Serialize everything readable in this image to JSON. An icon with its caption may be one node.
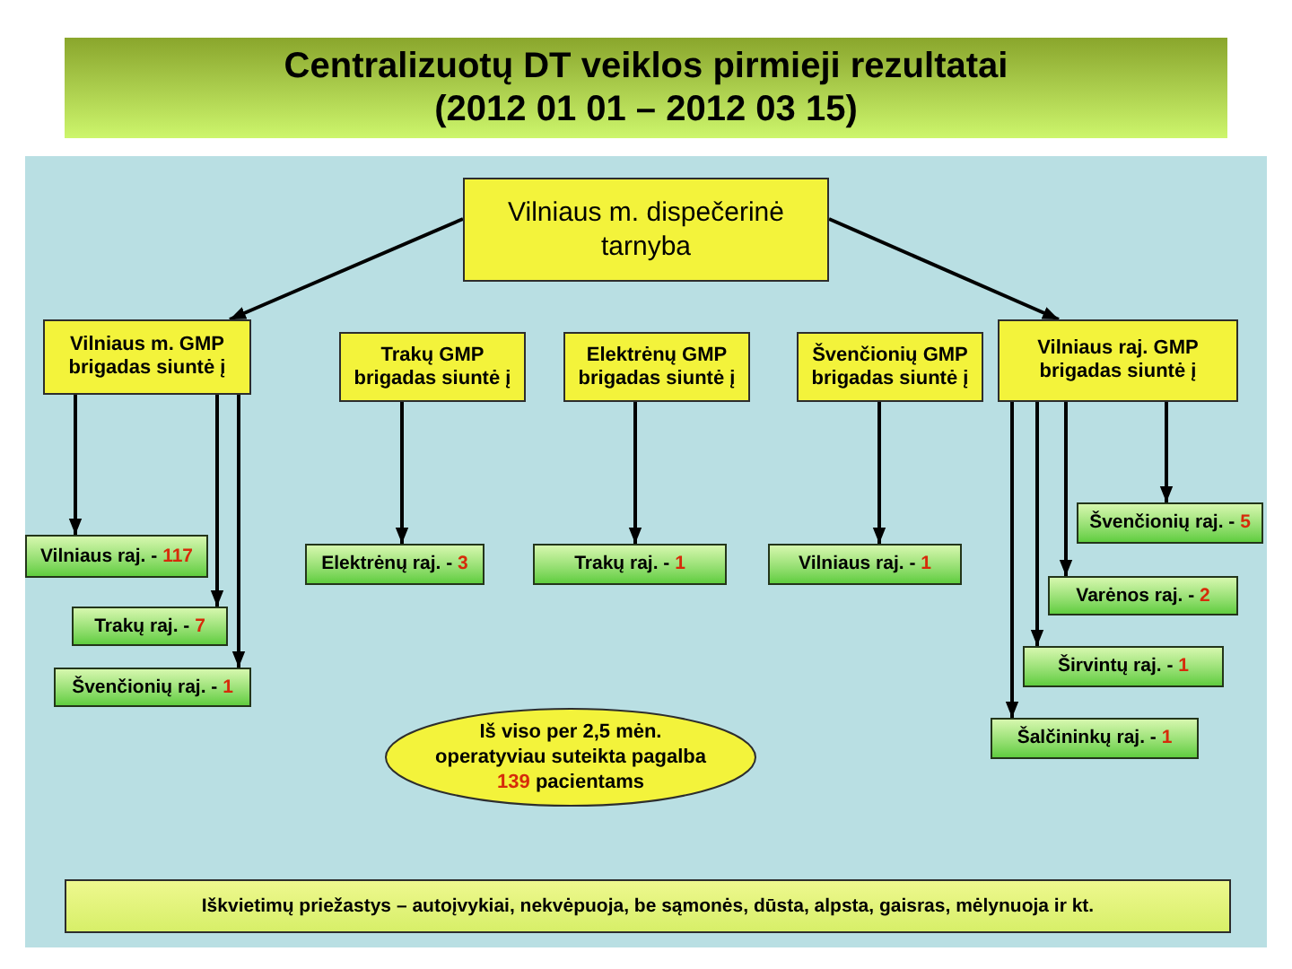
{
  "diagram": {
    "title": "Centralizuotų DT veiklos pirmieji rezultatai (2012 01 01 – 2012 03 15)",
    "nodes": [
      {
        "text": [
          "Vilniaus m. dispečerinė tarnyba"
        ]
      },
      {
        "text": [
          "Vilniaus m. GMP brigadas siuntė į"
        ]
      },
      {
        "text": [
          "Trakų GMP brigadas siuntė į"
        ]
      },
      {
        "text": [
          "Elektrėnų GMP brigadas siuntė į"
        ]
      },
      {
        "text": [
          "Švenčionių GMP brigadas siuntė į"
        ]
      },
      {
        "text": [
          "Vilniaus raj. GMP brigadas siuntė į"
        ]
      },
      {
        "text": [
          "Vilniaus raj. -",
          "117"
        ]
      },
      {
        "text": [
          "Trakų raj. -",
          "7"
        ]
      },
      {
        "text": [
          "Švenčionių raj. -",
          "1"
        ]
      },
      {
        "text": [
          "Elektrėnų raj. -",
          "3"
        ]
      },
      {
        "text": [
          "Trakų raj. -",
          "1"
        ]
      },
      {
        "text": [
          "Vilniaus raj. -",
          "1"
        ]
      },
      {
        "text": [
          "Švenčionių raj. -",
          "5"
        ]
      },
      {
        "text": [
          "Varėnos raj. -",
          "2"
        ]
      },
      {
        "text": [
          "Širvintų raj. -",
          "1"
        ]
      },
      {
        "text": [
          "Šalčininkų raj. -",
          "1"
        ]
      },
      {
        "text": [
          "Iš viso per 2,5 mėn. operatyviau suteikta pagalba",
          "139",
          "pacientams"
        ]
      },
      {
        "text": [
          "Iškvietimų priežastys – autoįvykiai, nekvėpuoja, be sąmonės, dūsta, alpsta, gaisras, mėlynuoja ir kt."
        ]
      }
    ],
    "edges": [
      {
        "from": 0,
        "to": 1,
        "arrow": "to"
      },
      {
        "from": 0,
        "to": 5,
        "arrow": "to"
      },
      {
        "from": 1,
        "to": 6,
        "arrow": "to"
      },
      {
        "from": 1,
        "to": 7,
        "arrow": "to"
      },
      {
        "from": 1,
        "to": 8,
        "arrow": "to"
      },
      {
        "from": 2,
        "to": 9,
        "arrow": "to"
      },
      {
        "from": 3,
        "to": 10,
        "arrow": "to"
      },
      {
        "from": 4,
        "to": 11,
        "arrow": "to"
      },
      {
        "from": 5,
        "to": 12,
        "arrow": "to"
      },
      {
        "from": 5,
        "to": 13,
        "arrow": "to"
      },
      {
        "from": 5,
        "to": 14,
        "arrow": "to"
      },
      {
        "from": 5,
        "to": 15,
        "arrow": "to"
      }
    ]
  }
}
